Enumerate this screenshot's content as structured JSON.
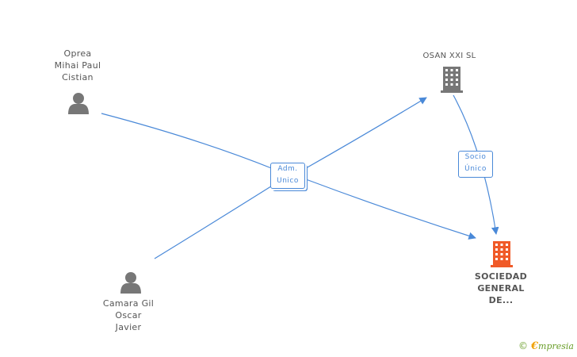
{
  "colors": {
    "edge": "#4a89d8",
    "person_icon": "#777777",
    "company_icon": "#777777",
    "main_company_icon": "#f05a28",
    "brand": "#6a9e2a"
  },
  "nodes": {
    "person_oprea": {
      "label": "Oprea\nMihai Paul\nCistian",
      "icon": "person-icon"
    },
    "person_camara": {
      "label": "Camara Gil\nOscar\nJavier",
      "icon": "person-icon"
    },
    "company_osan": {
      "label": "OSAN XXI SL",
      "icon": "building-icon"
    },
    "company_sociedad": {
      "label": "SOCIEDAD\nGENERAL\nDE...",
      "icon": "building-icon"
    }
  },
  "edge_labels": {
    "adm_unico": "Adm.\nUnico",
    "socio_unico": "Socio\nÚnico"
  },
  "brand": {
    "copyright": "©",
    "name_initial": "€",
    "name_rest": "mpresia"
  }
}
